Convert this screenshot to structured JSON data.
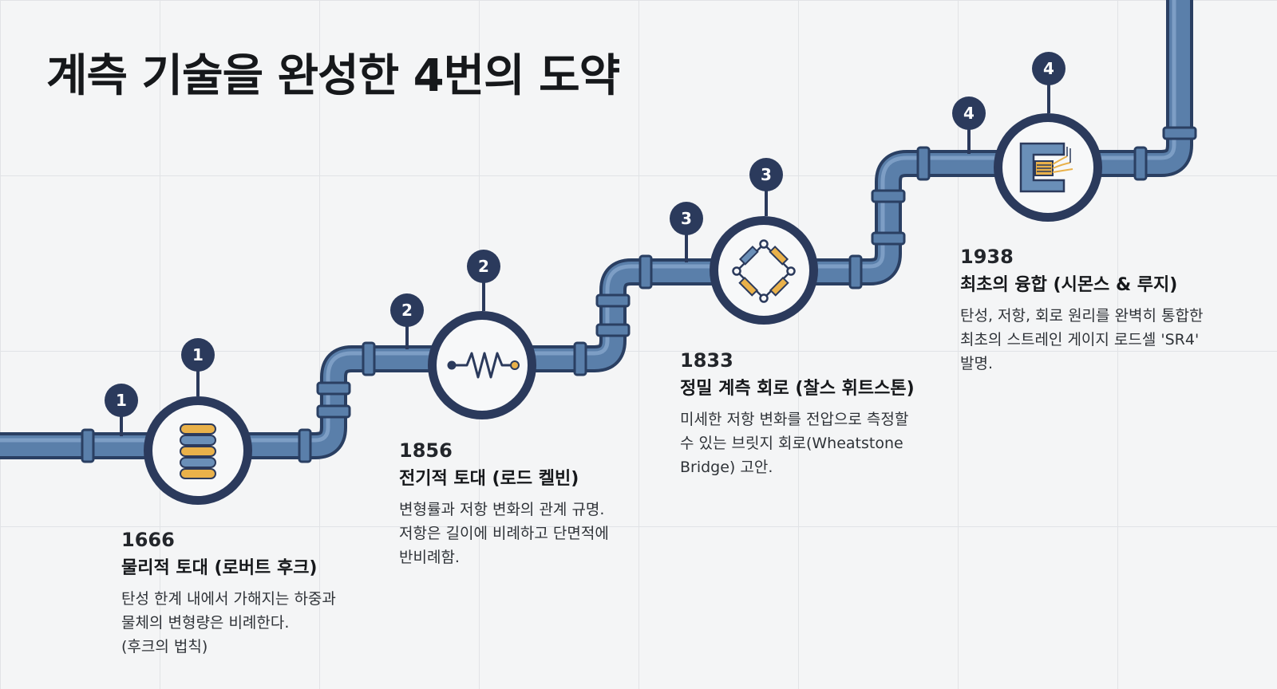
{
  "title": "계측 기술을 완성한 4번의 도약",
  "colors": {
    "pipe": "#5a7faa",
    "pipe_edge": "#2a3f62",
    "dark": "#2b3a5c",
    "accent": "#e9b14a"
  },
  "milestones": [
    {
      "number": "1",
      "year": "1666",
      "heading": "물리적 토대 (로버트 후크)",
      "lines": [
        "탄성 한계 내에서 가해지는 하중과",
        "물체의 변형량은 비례한다.",
        "(후크의 법칙)"
      ],
      "icon": "spring-icon"
    },
    {
      "number": "2",
      "year": "1856",
      "heading": "전기적 토대 (로드 켈빈)",
      "lines": [
        "변형률과 저항 변화의 관계 규명.",
        "저항은 길이에 비례하고 단면적에",
        "반비례함."
      ],
      "icon": "resistor-icon"
    },
    {
      "number": "3",
      "year": "1833",
      "heading": "정밀 계측 회로 (찰스 휘트스톤)",
      "lines": [
        "미세한 저항 변화를 전압으로 측정할",
        "수 있는 브릿지 회로(Wheatstone",
        "Bridge) 고안."
      ],
      "icon": "wheatstone-bridge-icon"
    },
    {
      "number": "4",
      "year": "1938",
      "heading": "최초의 융합 (시몬스 & 루지)",
      "lines": [
        "탄성, 저항, 회로 원리를 완벽히 통합한",
        "최초의 스트레인 게이지 로드셀 'SR4'",
        "발명."
      ],
      "icon": "load-cell-icon"
    }
  ]
}
